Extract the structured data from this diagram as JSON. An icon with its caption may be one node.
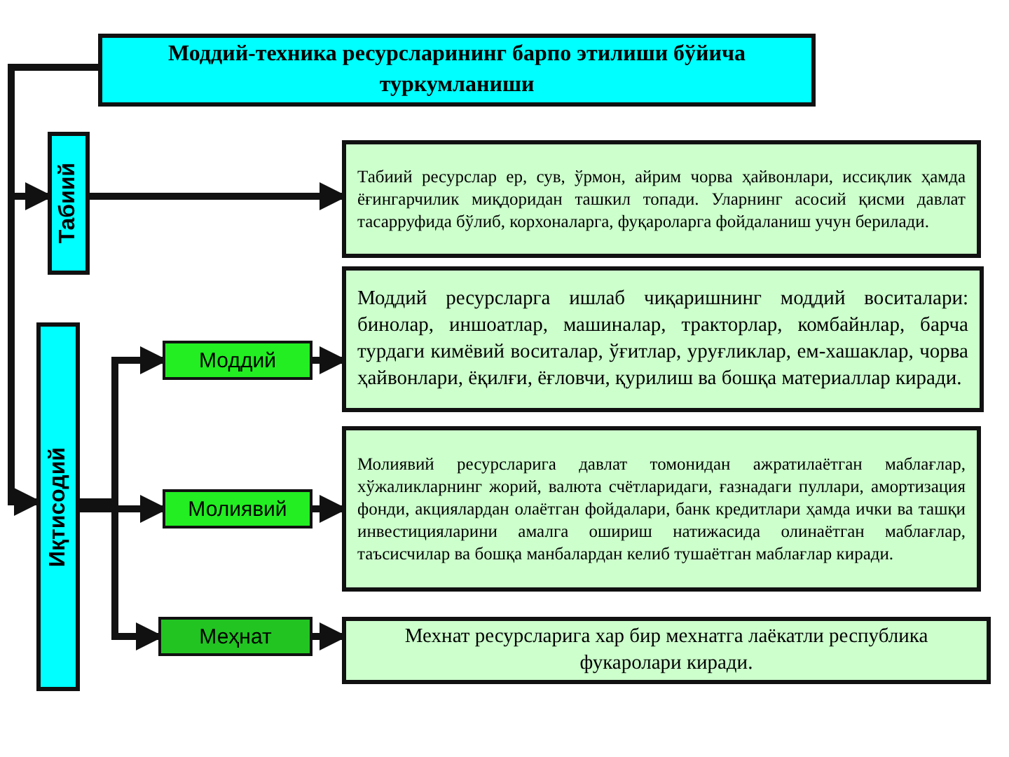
{
  "diagram": {
    "nodes": [
      {
        "text": [
          "Моддий-техника ресурсларининг барпо этилиши бўйича туркумланиши"
        ]
      },
      {
        "text": [
          "Табиий"
        ]
      },
      {
        "text": [
          "Табиий ресурслар ер, сув, ўрмон, айрим чорва ҳайвонлари, иссиқлик ҳамда ёғингарчилик миқдоридан ташкил топади. Уларнинг асосий қисми давлат тасарруфида бўлиб, корхоналарга, фуқароларга фойдаланиш учун берилади."
        ]
      },
      {
        "text": [
          "Иқтисодий"
        ]
      },
      {
        "text": [
          "Моддий"
        ]
      },
      {
        "text": [
          "Моддий ресурсларга ишлаб чиқаришнинг моддий воситалари: бинолар, иншоатлар, машиналар, тракторлар, комбайнлар, барча турдаги кимёвий воситалар, ўғитлар, уруғликлар, ем-хашаклар, чорва ҳайвонлари, ёқилғи, ёғловчи, қурилиш ва бошқа материаллар киради."
        ]
      },
      {
        "text": [
          "Молиявий"
        ]
      },
      {
        "text": [
          "Молиявий ресурсларига давлат томонидан ажратилаётган маблағлар, хўжаликларнинг жорий, валюта счётларидаги, ғазнадаги пуллари, амортизация фонди, акциялардан олаётган фойдалари, банк кредитлари ҳамда ички ва ташқи инвестицияларини амалга ошириш натижасида олинаётган маблағлар, таъсисчилар ва бошқа манбалардан келиб тушаётган маблағлар киради."
        ]
      },
      {
        "text": [
          "Меҳнат"
        ]
      },
      {
        "text": [
          "Мехнат ресурсларига хар бир мехнатга лаёкатли республика фукаролари киради."
        ]
      }
    ],
    "edges": [
      {
        "from": 0,
        "to": 1,
        "arrow": "to"
      },
      {
        "from": 0,
        "to": 3,
        "arrow": "to"
      },
      {
        "from": 1,
        "to": 2,
        "arrow": "to"
      },
      {
        "from": 3,
        "to": 4,
        "arrow": "to"
      },
      {
        "from": 3,
        "to": 6,
        "arrow": "to"
      },
      {
        "from": 3,
        "to": 8,
        "arrow": "to"
      },
      {
        "from": 4,
        "to": 5,
        "arrow": "to"
      },
      {
        "from": 6,
        "to": 7,
        "arrow": "to"
      },
      {
        "from": 8,
        "to": 9,
        "arrow": "to"
      }
    ]
  }
}
